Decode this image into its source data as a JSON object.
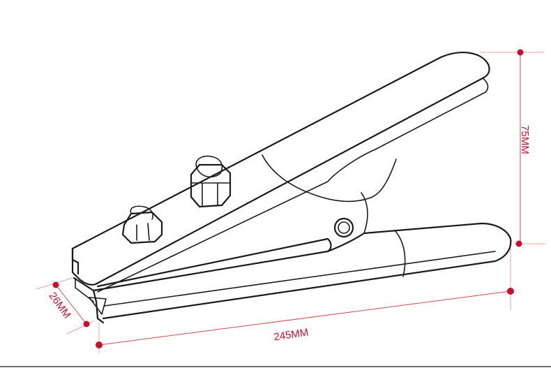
{
  "diagram": {
    "subject_icon": "alligator-clamp",
    "accent_color": "#c8102e",
    "line_color": "#1a1a1a",
    "dimensions": {
      "height_label": "75MM",
      "length_label": "245MM",
      "width_label": "26MM"
    }
  }
}
